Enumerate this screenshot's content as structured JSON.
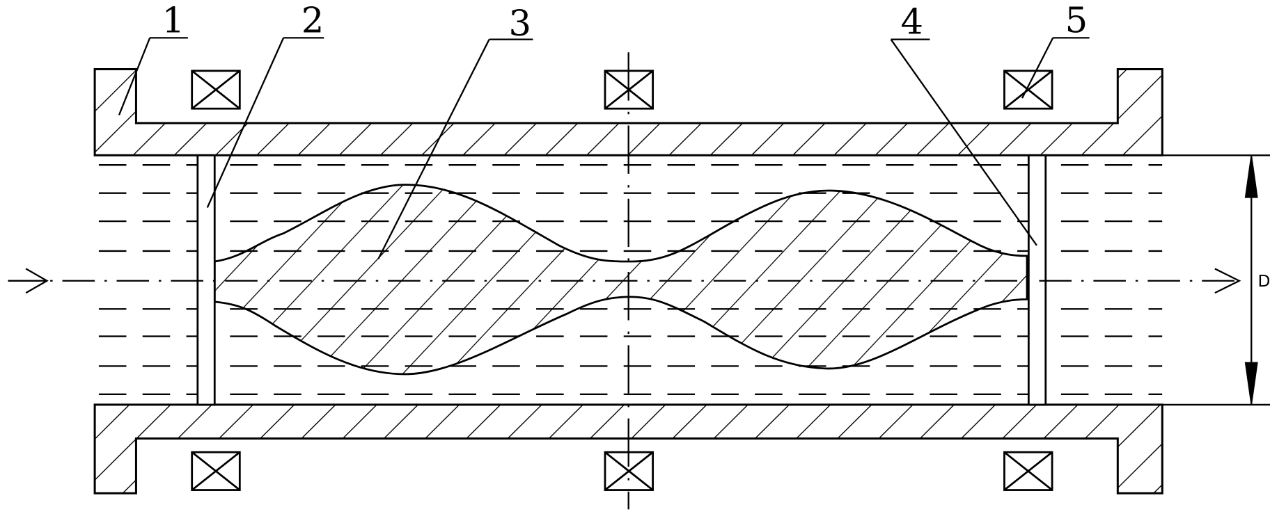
{
  "diagram": {
    "part_labels": [
      "1",
      "2",
      "3",
      "4",
      "5"
    ],
    "dimension_label": "D"
  }
}
